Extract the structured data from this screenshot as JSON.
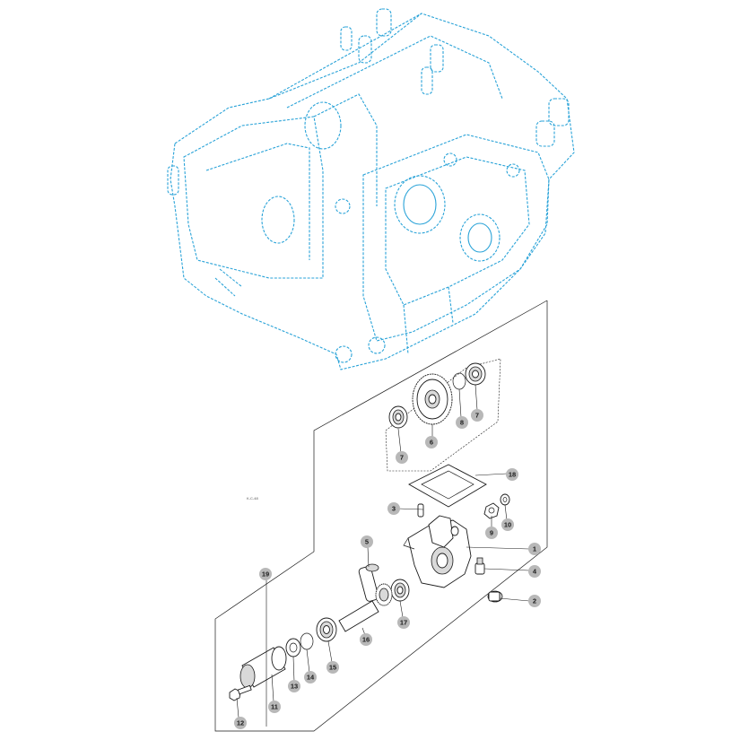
{
  "diagram": {
    "drawing_code": "K-C-48",
    "callouts": [
      {
        "id": "1",
        "label": "1"
      },
      {
        "id": "2",
        "label": "2"
      },
      {
        "id": "3",
        "label": "3"
      },
      {
        "id": "4",
        "label": "4"
      },
      {
        "id": "5",
        "label": "5"
      },
      {
        "id": "6",
        "label": "6"
      },
      {
        "id": "7a",
        "label": "7"
      },
      {
        "id": "7b",
        "label": "7"
      },
      {
        "id": "8",
        "label": "8"
      },
      {
        "id": "9",
        "label": "9"
      },
      {
        "id": "10",
        "label": "10"
      },
      {
        "id": "11",
        "label": "11"
      },
      {
        "id": "12",
        "label": "12"
      },
      {
        "id": "13",
        "label": "13"
      },
      {
        "id": "14",
        "label": "14"
      },
      {
        "id": "15",
        "label": "15"
      },
      {
        "id": "16",
        "label": "16"
      },
      {
        "id": "17",
        "label": "17"
      },
      {
        "id": "18",
        "label": "18"
      },
      {
        "id": "19",
        "label": "19"
      }
    ],
    "colors": {
      "housing": "#2aa3d8",
      "callout_fill": "#b8b8b8",
      "lines": "#1a1a1a"
    }
  }
}
